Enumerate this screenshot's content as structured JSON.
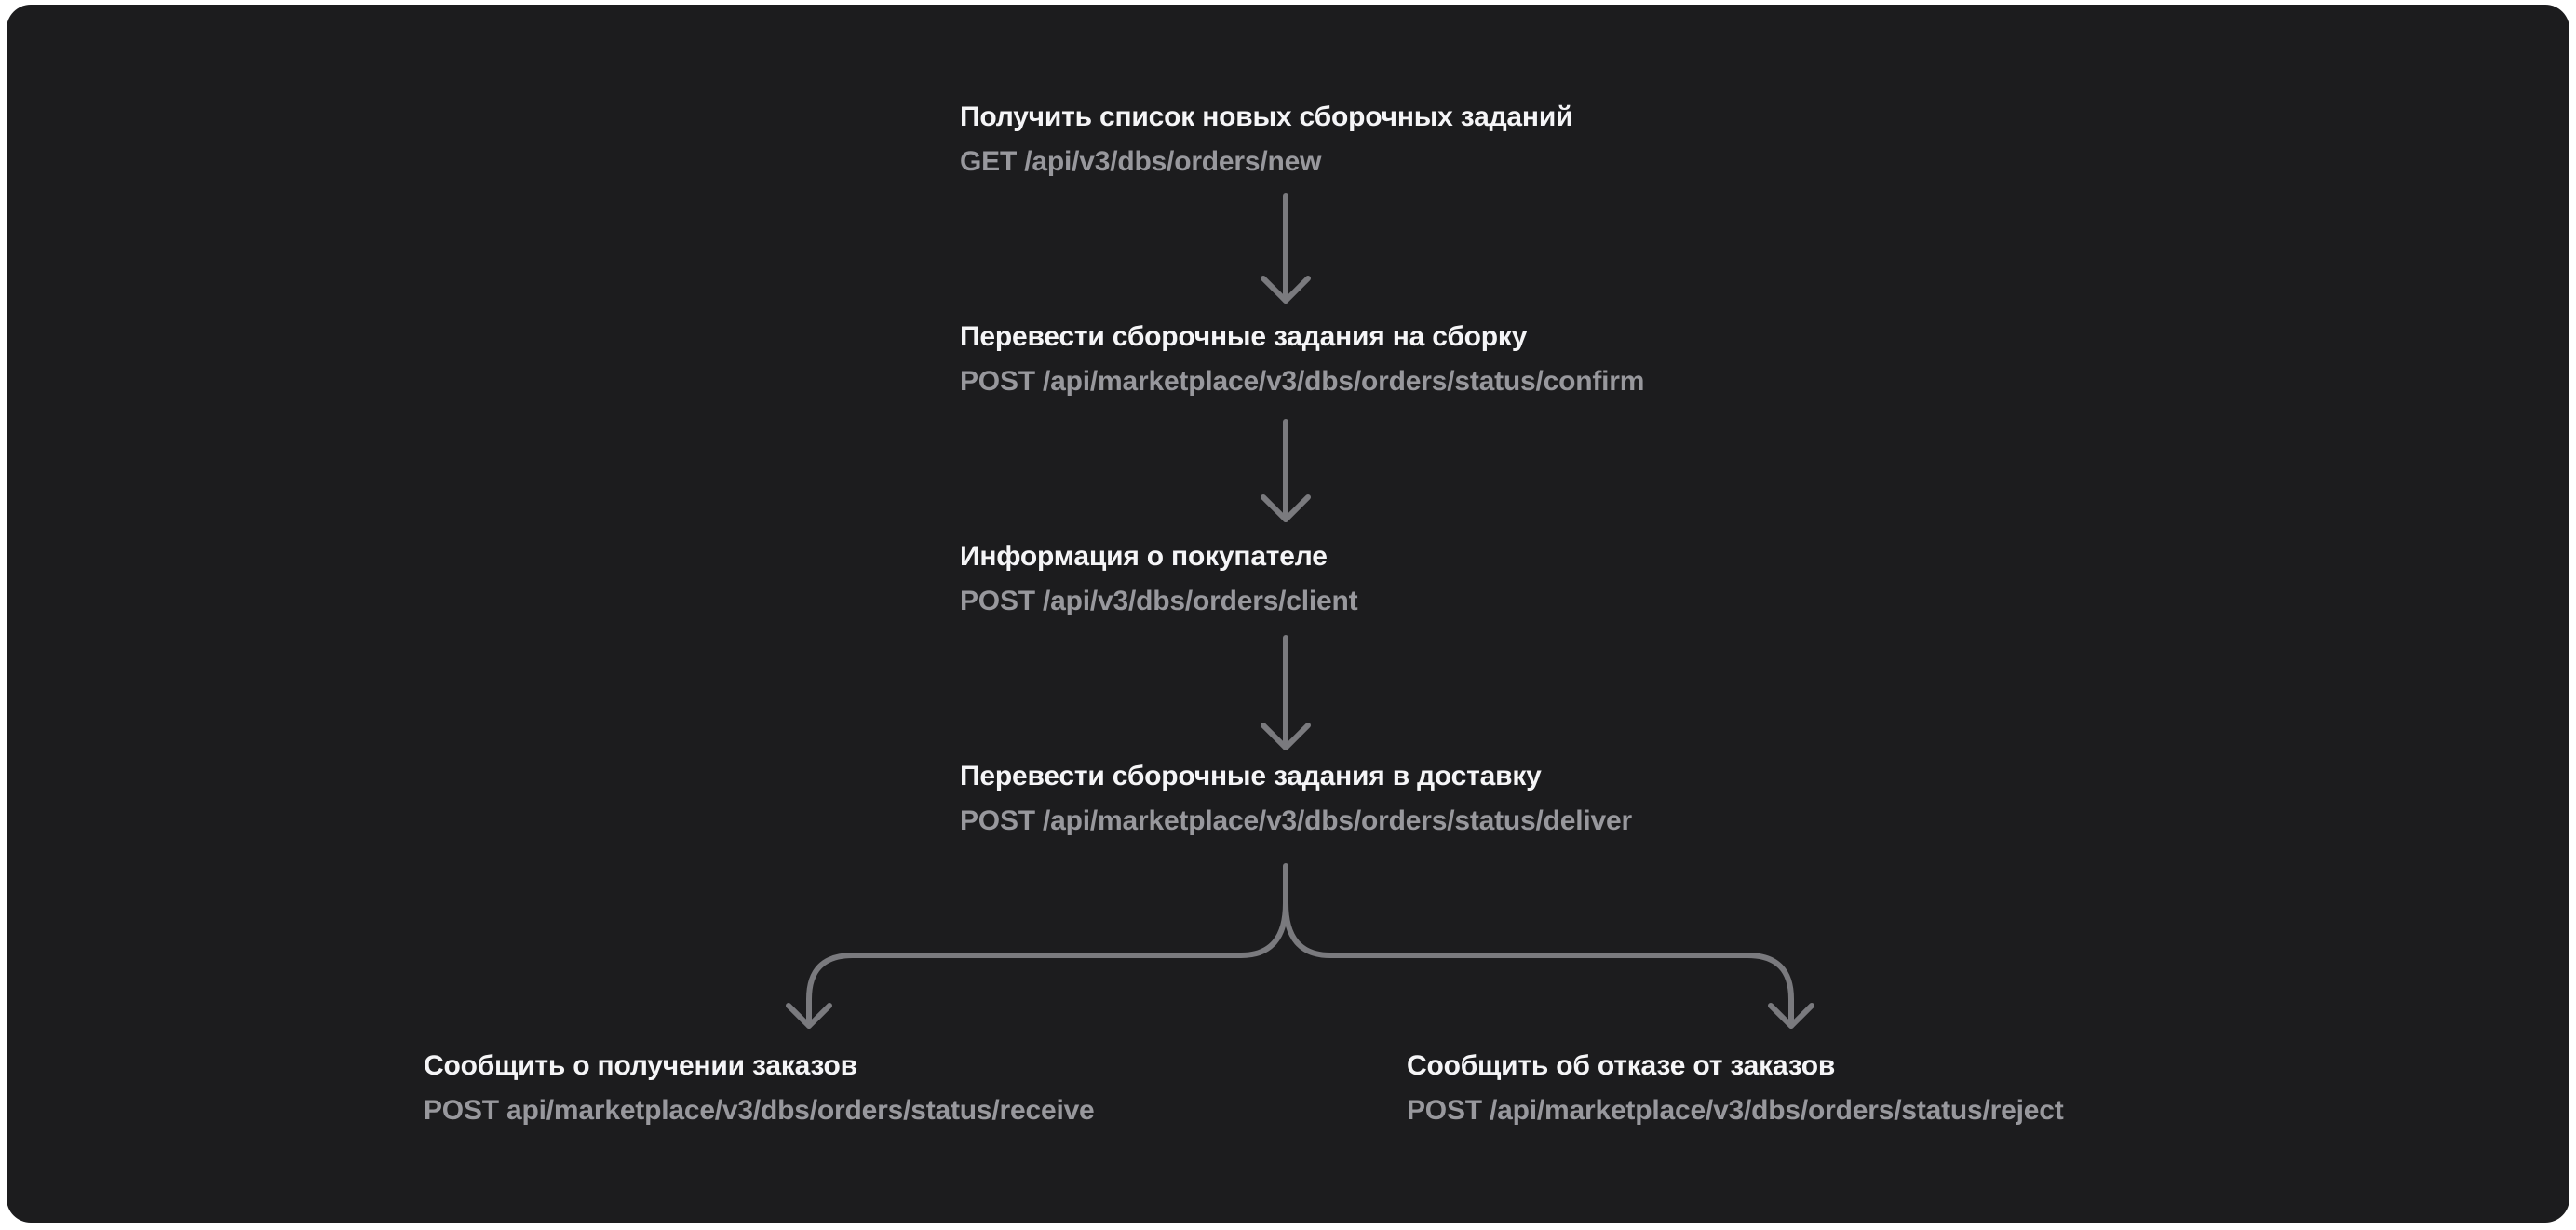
{
  "colors": {
    "background": "#1c1c1e",
    "title_text": "#f5f5f7",
    "endpoint_text": "#98989d",
    "connector": "#7a7a7e"
  },
  "steps": [
    {
      "title": "Получить список новых сборочных заданий",
      "endpoint": "GET /api/v3/dbs/orders/new"
    },
    {
      "title": "Перевести сборочные задания на сборку",
      "endpoint": "POST /api/marketplace/v3/dbs/orders/status/confirm"
    },
    {
      "title": "Информация о покупателе",
      "endpoint": "POST /api/v3/dbs/orders/client"
    },
    {
      "title": "Перевести сборочные задания в доставку",
      "endpoint": "POST /api/marketplace/v3/dbs/orders/status/deliver"
    }
  ],
  "branches": [
    {
      "title": "Сообщить о получении заказов",
      "endpoint": "POST api/marketplace/v3/dbs/orders/status/receive"
    },
    {
      "title": "Сообщить об отказе от заказов",
      "endpoint": "POST /api/marketplace/v3/dbs/orders/status/reject"
    }
  ]
}
